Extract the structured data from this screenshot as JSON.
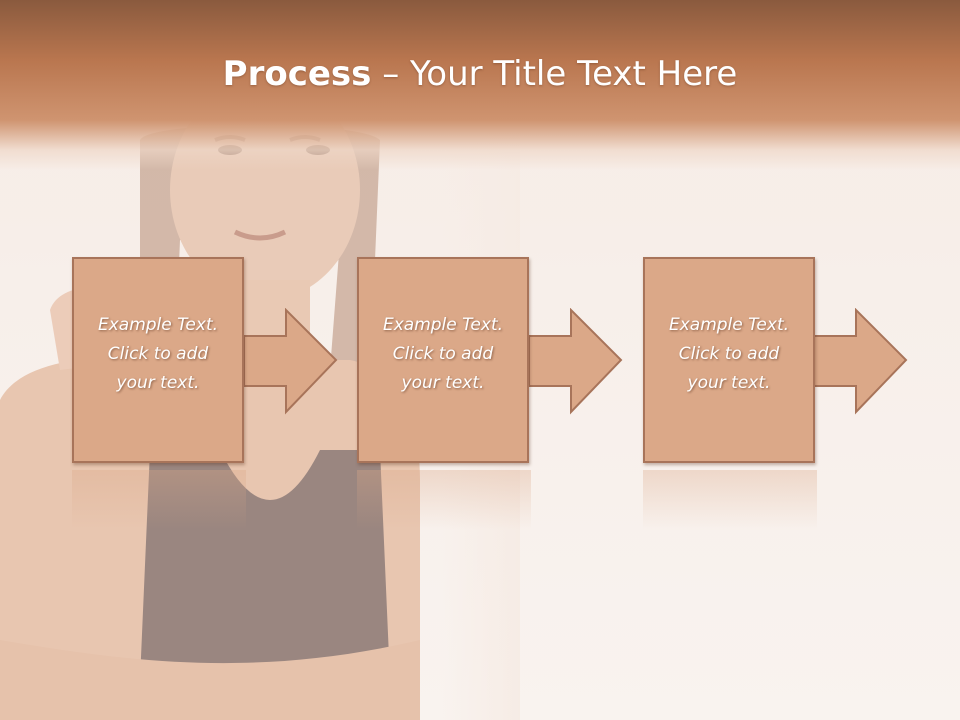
{
  "title": {
    "bold": "Process",
    "separator": " – ",
    "rest": "Your Title Text Here"
  },
  "steps": [
    {
      "line1": "Example Text.",
      "line2": "Click  to add",
      "line3": "your text."
    },
    {
      "line1": "Example Text.",
      "line2": "Click  to add",
      "line3": "your text."
    },
    {
      "line1": "Example Text.",
      "line2": "Click  to add",
      "line3": "your text."
    }
  ],
  "colors": {
    "header": "#b9764f",
    "box_fill": "#dba888",
    "box_border": "#a8745a"
  },
  "icons": [
    "right-arrow-icon"
  ]
}
